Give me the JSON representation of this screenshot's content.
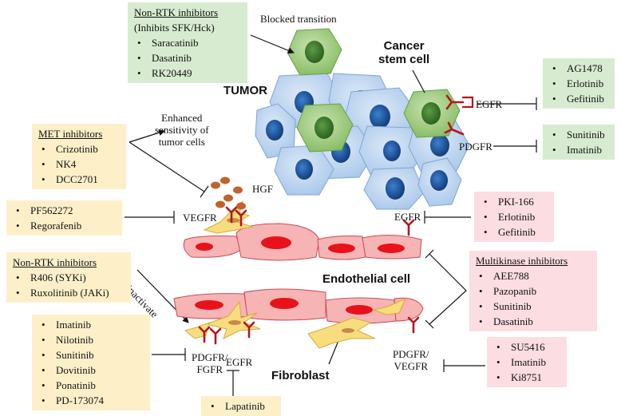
{
  "colors": {
    "yellow_box": "#fdf0c9",
    "green_box": "#d7ebd0",
    "pink_box": "#fbdde2",
    "tumor_cell": "#bcd4ee",
    "tumor_nucleus": "#1f5fa8",
    "stem_cell": "#9ccb79",
    "stem_nucleus": "#3b7d2a",
    "endothelial": "#f6b4b4",
    "endothelial_nucleus": "#e8121a",
    "fibroblast": "#f8dd7e",
    "receptor": "#b3171d",
    "hgf": "#c0622b"
  },
  "labels": {
    "blocked_transition": "Blocked transition",
    "tumor": "TUMOR",
    "cancer_stem_cell": "Cancer\nstem cell",
    "enhanced_sensitivity": "Enhanced\nsensitivity of\ntumor cells",
    "hgf": "HGF",
    "vegfr": "VEGFR",
    "egfr_stem": "EGFR",
    "pdgfr_stem": "PDGFR",
    "egfr_endo": "EGFR",
    "endothelial_cell": "Endothelial cell",
    "inactivate": "inactivate",
    "pdgfr_fgfr": "PDGFR/\nFGFR",
    "egfr_fibro": "EGFR",
    "fibroblast": "Fibroblast",
    "pdgfr_vegfr": "PDGFR/\nVEGFR"
  },
  "boxes": {
    "non_rtk_sfk": {
      "header": "Non-RTK inhibitors",
      "subheader": "(Inhibits SFK/Hck)",
      "items": [
        "Saracatinib",
        "Dasatinib",
        "RK20449"
      ]
    },
    "stem_egfr": {
      "items": [
        "AG1478",
        "Erlotinib",
        "Gefitinib"
      ]
    },
    "stem_pdgfr": {
      "items": [
        "Sunitinib",
        "Imatinib"
      ]
    },
    "met": {
      "header": "MET inhibitors",
      "items": [
        "Crizotinib",
        "NK4",
        "DCC2701"
      ]
    },
    "vegfr": {
      "items": [
        "PF562272",
        "Regorafenib"
      ]
    },
    "endo_egfr": {
      "items": [
        "PKI-166",
        "Erlotinib",
        "Gefitinib"
      ]
    },
    "non_rtk_jak": {
      "header": "Non-RTK inhibitors",
      "items": [
        "R406 (SYKi)",
        "Ruxolitinib (JAKi)"
      ]
    },
    "multikinase": {
      "header": "Multikinase inhibitors",
      "items": [
        "AEE788",
        "Pazopanib",
        "Sunitinib",
        "Dasatinib"
      ]
    },
    "fibro_pdgfr": {
      "items": [
        "Imatinib",
        "Nilotinib",
        "Sunitinib",
        "Dovitinib",
        "Ponatinib",
        "PD-173074"
      ]
    },
    "pdgfr_vegfr": {
      "items": [
        "SU5416",
        "Imatinib",
        "Ki8751"
      ]
    },
    "lapatinib": {
      "items": [
        "Lapatinib"
      ]
    }
  }
}
